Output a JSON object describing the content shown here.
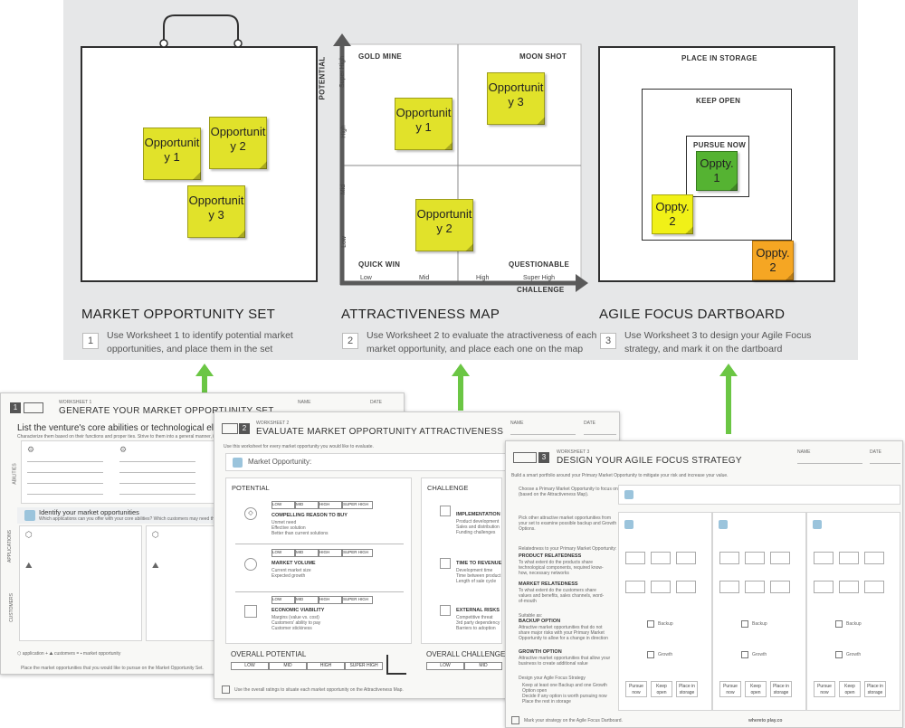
{
  "panels": {
    "set": {
      "title": "MARKET OPPORTUNITY SET",
      "step": "1",
      "desc1": "Use Worksheet 1 to identify potential market",
      "desc2": "opportunities, and place them in the set",
      "notes": [
        {
          "line1": "Opportunit",
          "line2": "y 1"
        },
        {
          "line1": "Opportunit",
          "line2": "y 2"
        },
        {
          "line1": "Opportunit",
          "line2": "y 3"
        }
      ]
    },
    "map": {
      "title": "ATTRACTIVENESS MAP",
      "step": "2",
      "desc1": "Use Worksheet 2 to evaluate the atractiveness of each",
      "desc2": "market opportunity, and place each one on the map",
      "quadrants": {
        "tl": "GOLD MINE",
        "tr": "MOON SHOT",
        "bl": "QUICK WIN",
        "br": "QUESTIONABLE"
      },
      "y_axis": "POTENTIAL",
      "x_axis": "CHALLENGE",
      "y_ticks": [
        "Super High",
        "High",
        "Mid",
        "Low"
      ],
      "x_ticks": [
        "Low",
        "Mid",
        "High",
        "Super High"
      ],
      "notes": [
        {
          "line1": "Opportunit",
          "line2": "y 1"
        },
        {
          "line1": "Opportunit",
          "line2": "y 2"
        },
        {
          "line1": "Opportunit",
          "line2": "y 3"
        }
      ]
    },
    "dart": {
      "title": "AGILE FOCUS DARTBOARD",
      "step": "3",
      "desc1": "Use Worksheet 3 to design your Agile Focus",
      "desc2": "strategy, and mark it on the dartboard",
      "zones": {
        "outer": "PLACE IN STORAGE",
        "middle": "KEEP OPEN",
        "inner": "PURSUE NOW"
      },
      "notes": [
        {
          "line1": "Oppty.",
          "line2": "1"
        },
        {
          "line1": "Oppty.",
          "line2": "2"
        },
        {
          "line1": "Oppty.",
          "line2": "2"
        }
      ]
    }
  },
  "worksheets": {
    "ws1": {
      "num": "1",
      "kicker": "WORKSHEET 1",
      "title": "GENERATE YOUR MARKET OPPORTUNITY SET",
      "name_label": "NAME",
      "date_label": "DATE",
      "heading": "List the venture's core abilities or technological elements",
      "sub": "Characterize them based on their functions and proper ties. Strive to them into a general manner, independent of your key features and benefits.",
      "side1": "ABILITIES",
      "side2": "APPLICATIONS",
      "side3": "CUSTOMERS",
      "identify": "Identify your market opportunities",
      "identify_sub": "Which applications can you offer with your core abilities? Which customers may need them?",
      "legend_app": "application",
      "legend_cust": "customers",
      "legend_opp": "market opportunity",
      "footer": "Place the market opportunities that you would like to pursue on the Market Opportunity Set."
    },
    "ws2": {
      "num": "2",
      "kicker": "WORKSHEET 2",
      "title": "EVALUATE MARKET OPPORTUNITY ATTRACTIVENESS",
      "name_label": "NAME",
      "date_label": "DATE",
      "intro": "Use this worksheet for every market opportunity you would like to evaluate.",
      "market_opp": "Market Opportunity:",
      "potential": "POTENTIAL",
      "challenge": "CHALLENGE",
      "scale": [
        "LOW",
        "MID",
        "HIGH",
        "SUPER HIGH"
      ],
      "p_items": [
        {
          "title": "COMPELLING REASON TO BUY",
          "l1": "Unmet need",
          "l2": "Effective solution",
          "l3": "Better than current solutions"
        },
        {
          "title": "MARKET VOLUME",
          "l1": "Current market size",
          "l2": "Expected growth",
          "l3": ""
        },
        {
          "title": "ECONOMIC VIABILITY",
          "l1": "Margins (value vs. cost)",
          "l2": "Customers' ability to pay",
          "l3": "Customer stickiness"
        }
      ],
      "c_items": [
        {
          "title": "IMPLEMENTATION",
          "l1": "Product development",
          "l2": "Sales and distribution",
          "l3": "Funding challenges"
        },
        {
          "title": "TIME TO REVENUE",
          "l1": "Development time",
          "l2": "Time between product",
          "l3": "Length of sale cycle"
        },
        {
          "title": "EXTERNAL RISKS",
          "l1": "Competitive threat",
          "l2": "3rd party dependency",
          "l3": "Barriers to adoption"
        }
      ],
      "overall_p": "OVERALL POTENTIAL",
      "overall_c": "OVERALL CHALLENGE",
      "footer": "Use the overall ratings to situate each market opportunity on the Attractiveness Map."
    },
    "ws3": {
      "num": "3",
      "kicker": "WORKSHEET 3",
      "title": "DESIGN YOUR AGILE FOCUS STRATEGY",
      "name_label": "NAME",
      "date_label": "DATE",
      "intro": "Build a smart portfolio around your Primary Market Opportunity to mitigate your risk and increase your value.",
      "q1": "Choose a Primary Market Opportunity to focus on (based on the Attractiveness Map).",
      "q2": "Pick other attractive market opportunities from your set to examine possible backup and Growth Options.",
      "relatedness_intro": "Relatedness to your Primary Market Opportunity:",
      "prod_rel": "PRODUCT RELATEDNESS",
      "prod_rel_sub": "To what extent do the products share technological components, required know-how, necessary networks",
      "mkt_rel": "MARKET RELATEDNESS",
      "mkt_rel_sub": "To what extent do the customers share values and benefits, sales channels, word-of-mouth",
      "suitable": "Suitable as:",
      "backup": "BACKUP OPTION",
      "backup_sub": "Attractive market opportunities that do not share major risks with your Primary Market Opportunity to allow for a change in direction",
      "growth": "GROWTH OPTION",
      "growth_sub": "Attractive market opportunities that allow your business to create additional value",
      "chk_backup": "Backup",
      "chk_growth": "Growth",
      "q3": "Design your Agile Focus Strategy",
      "q3_l1": "Keep at least one Backup and one Growth Option open",
      "q3_l2": "Decide if any option is worth pursuing now",
      "q3_l3": "Place the rest in storage",
      "btn_pursue": "Pursue now",
      "btn_keep": "Keep open",
      "btn_place": "Place in storage",
      "footer": "Mark your strategy on the Agile Focus Dartboard.",
      "site": "whereto play.co"
    }
  },
  "colors": {
    "sticky_yellow": "#e1e22a",
    "green": "#55b332",
    "orange": "#f5a623",
    "arrow_green": "#6bc644",
    "panel_bg": "#e6e7e8"
  }
}
